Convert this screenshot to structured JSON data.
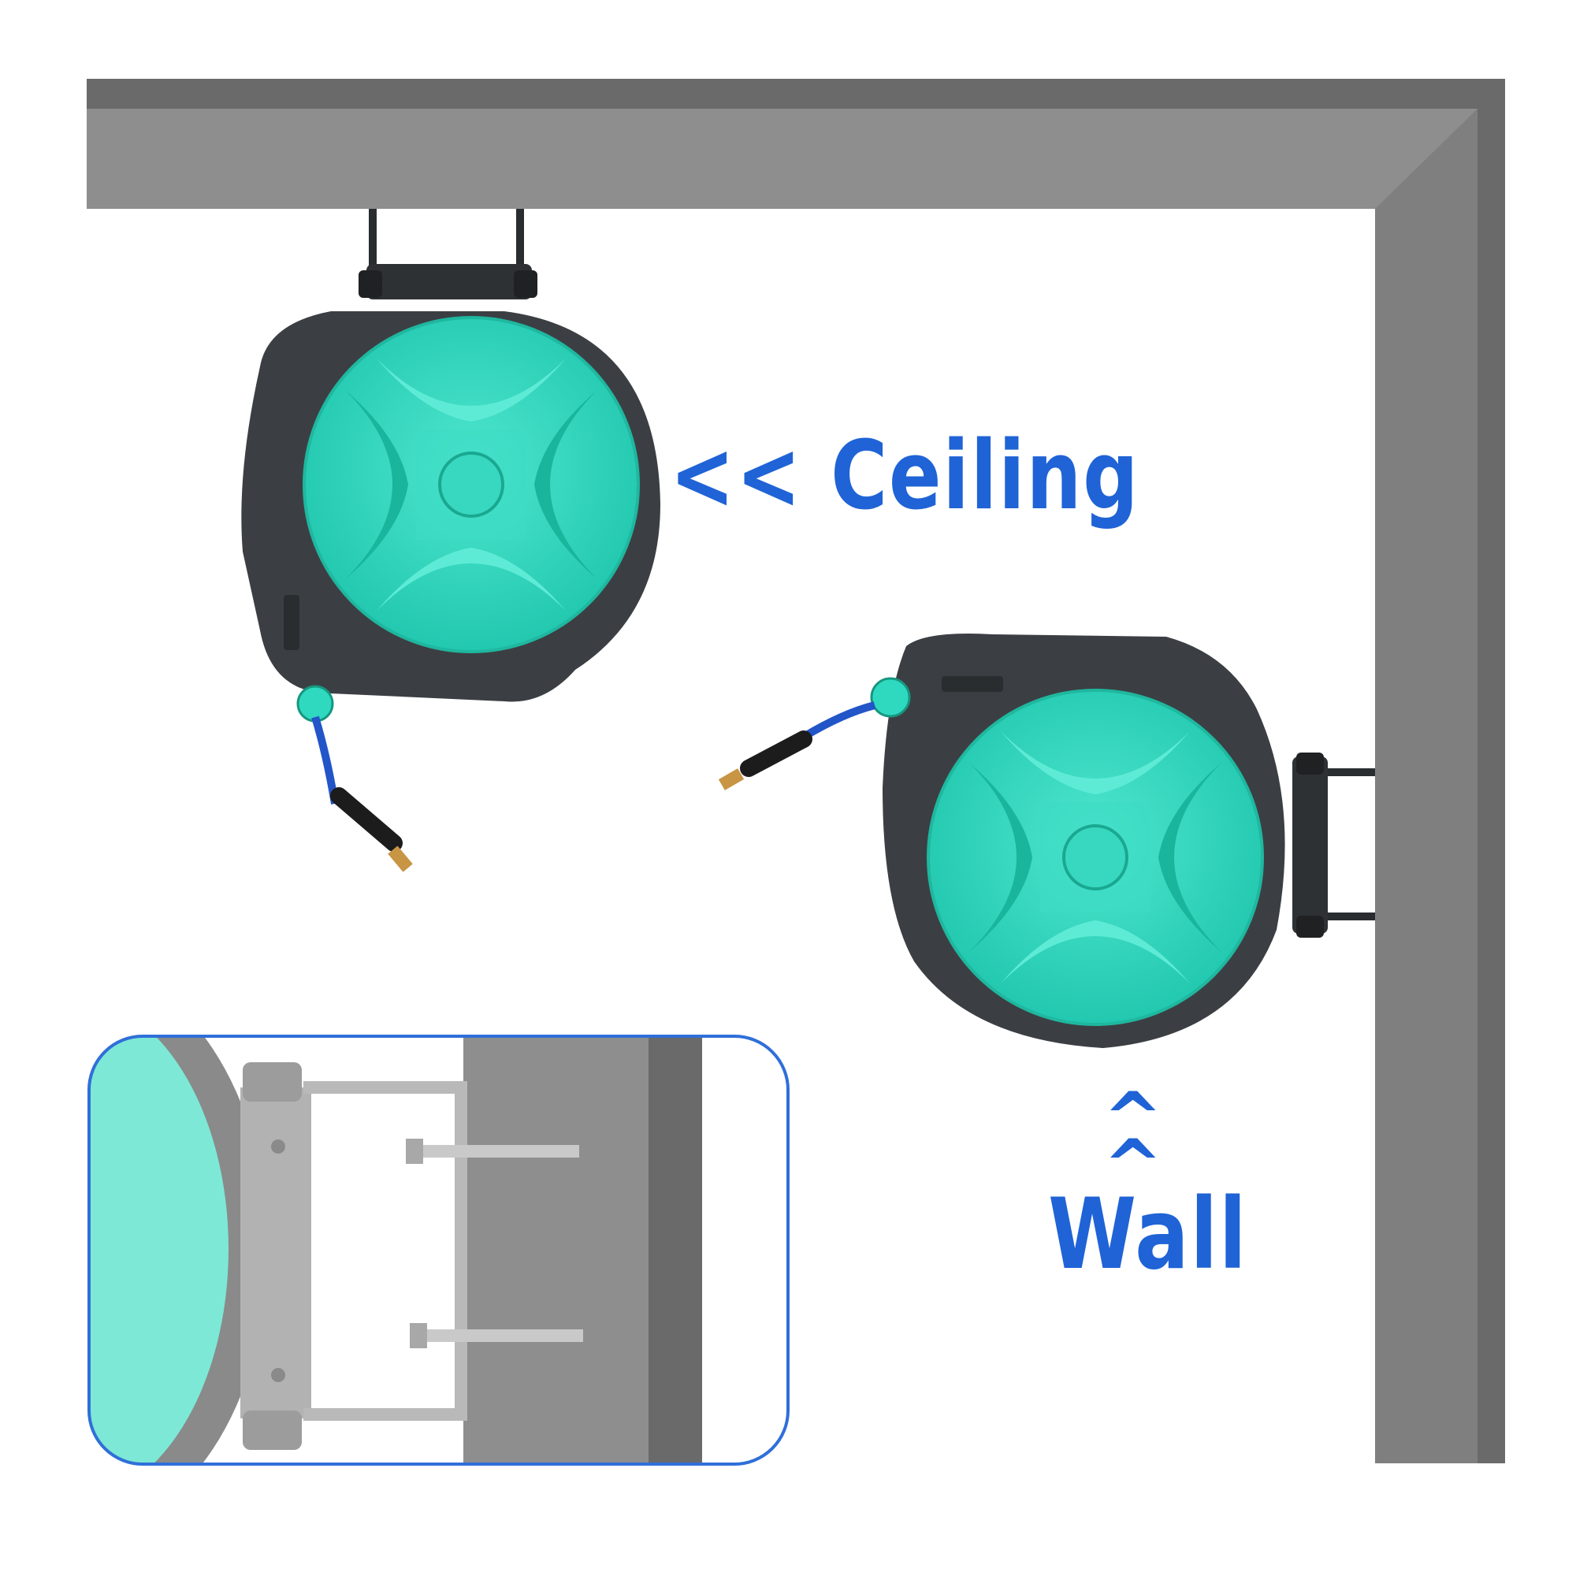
{
  "labels": {
    "ceiling": "<< Ceiling",
    "wall_caret_top": "^",
    "wall_caret_bottom": "^",
    "wall": "Wall"
  },
  "colors": {
    "label_blue": "#1f63d6",
    "ceiling_wall_face": "#8e8e8e",
    "ceiling_wall_edge": "#6a6a6a",
    "reel_teal": "#2ed9c0",
    "reel_teal_highlight": "#4fe6cf",
    "reel_housing": "#3b3f43",
    "hose_blue": "#2255c8",
    "hose_sleeve": "#1c1c1c",
    "fitting_brass": "#c89545",
    "inset_border": "#2f6fd9",
    "bracket_grey": "#b9b9b9"
  },
  "icons": {
    "reel": "hose-reel",
    "bracket": "mounting-bracket-icon",
    "bolt": "anchor-bolt-icon"
  }
}
